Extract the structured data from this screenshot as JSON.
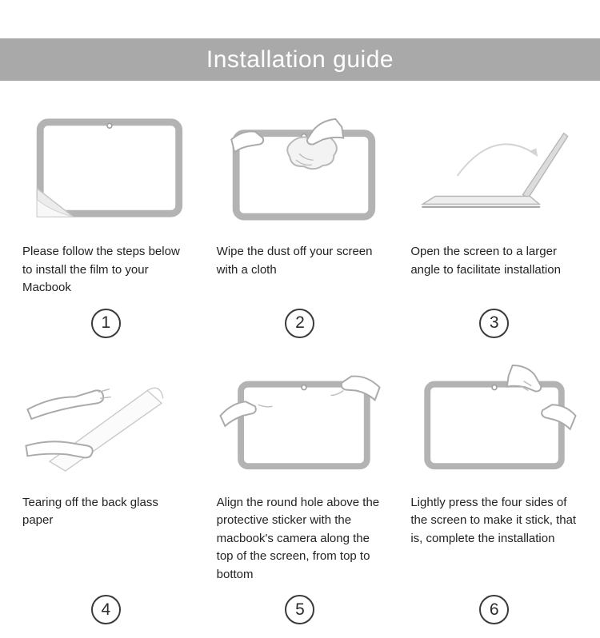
{
  "banner": {
    "title": "Installation guide"
  },
  "colors": {
    "banner_bg": "#a9a9a9",
    "banner_text": "#ffffff",
    "line_art_gray": "#b3b3b3",
    "body_text": "#232323"
  },
  "steps": [
    {
      "number": "1",
      "text": "Please follow the steps below to install the film to your Macbook",
      "illustration": "macbook-screen-film-peel-illustration"
    },
    {
      "number": "2",
      "text": "Wipe the dust off your screen with a cloth",
      "illustration": "wipe-screen-with-cloth-illustration"
    },
    {
      "number": "3",
      "text": "Open the screen to a larger angle to facilitate installation",
      "illustration": "open-laptop-wide-angle-illustration"
    },
    {
      "number": "4",
      "text": "Tearing off the back glass paper",
      "illustration": "tear-off-back-paper-illustration"
    },
    {
      "number": "5",
      "text": "Align the round hole above the protective sticker with the macbook's camera along the top of the screen, from top to bottom",
      "illustration": "align-film-with-camera-illustration"
    },
    {
      "number": "6",
      "text": "Lightly press the four sides of the screen to make it stick, that is, complete the installation",
      "illustration": "press-four-sides-illustration"
    }
  ]
}
